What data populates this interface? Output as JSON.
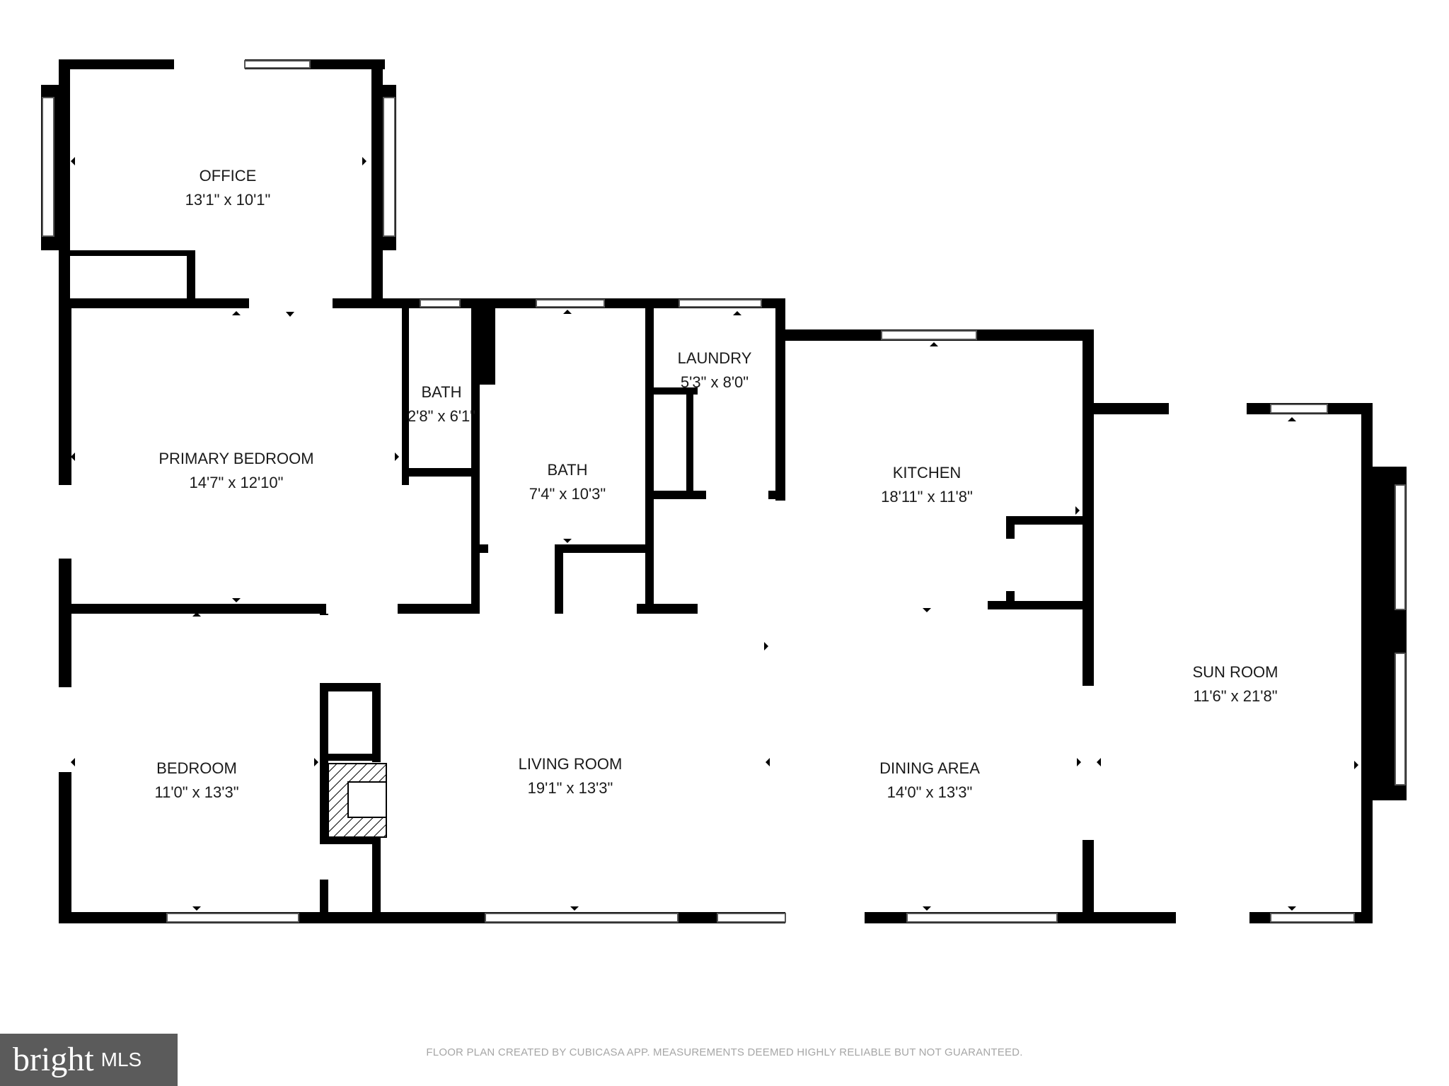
{
  "rooms": [
    {
      "id": "office",
      "name": "OFFICE",
      "dims": "13'1\" x 10'1\""
    },
    {
      "id": "primary-bedroom",
      "name": "PRIMARY BEDROOM",
      "dims": "14'7\" x 12'10\""
    },
    {
      "id": "bath-small",
      "name": "BATH",
      "dims": "2'8\" x 6'1\""
    },
    {
      "id": "bath",
      "name": "BATH",
      "dims": "7'4\" x 10'3\""
    },
    {
      "id": "laundry",
      "name": "LAUNDRY",
      "dims": "5'3\" x 8'0\""
    },
    {
      "id": "kitchen",
      "name": "KITCHEN",
      "dims": "18'11\" x 11'8\""
    },
    {
      "id": "bedroom",
      "name": "BEDROOM",
      "dims": "11'0\" x 13'3\""
    },
    {
      "id": "living-room",
      "name": "LIVING ROOM",
      "dims": "19'1\" x 13'3\""
    },
    {
      "id": "dining-area",
      "name": "DINING AREA",
      "dims": "14'0\" x 13'3\""
    },
    {
      "id": "sun-room",
      "name": "SUN ROOM",
      "dims": "11'6\" x 21'8\""
    }
  ],
  "footer": {
    "disclaimer": "FLOOR PLAN CREATED BY CUBICASA APP. MEASUREMENTS DEEMED HIGHLY RELIABLE BUT NOT GUARANTEED."
  },
  "logo": {
    "word": "bright",
    "suffix": "MLS"
  },
  "colors": {
    "wall": "#000000",
    "window_frame": "#555555",
    "logo_bg": "#5b5b5b",
    "disclaimer": "#a6a6a6"
  }
}
